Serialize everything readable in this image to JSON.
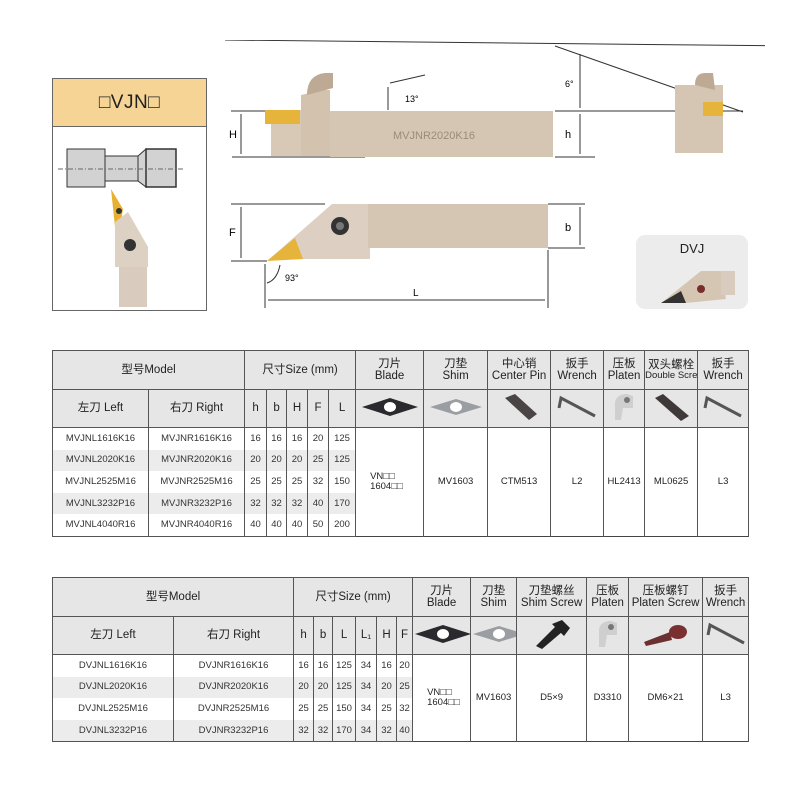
{
  "type_box": {
    "title": "□VJN□"
  },
  "diagram": {
    "labels": {
      "H": "H",
      "h": "h",
      "F": "F",
      "b": "b",
      "L": "L",
      "angle_13": "13°",
      "angle_6": "6°",
      "angle_93": "93°"
    },
    "holder_marking": "MVJNR2020K16",
    "dvj_label": "DVJ"
  },
  "table1": {
    "model_header": "型号Model",
    "size_header": "尺寸Size (mm)",
    "left_header": "左刀 Left",
    "right_header": "右刀 Right",
    "dim_headers": [
      "h",
      "b",
      "H",
      "F",
      "L"
    ],
    "part_headers": [
      {
        "cn": "刀片",
        "en": "Blade",
        "icon": "insert-icon"
      },
      {
        "cn": "刀垫",
        "en": "Shim",
        "icon": "shim-icon"
      },
      {
        "cn": "中心销",
        "en": "Center Pin",
        "icon": "center-pin-icon"
      },
      {
        "cn": "扳手",
        "en": "Wrench",
        "icon": "wrench-icon"
      },
      {
        "cn": "压板",
        "en": "Platen",
        "icon": "platen-icon"
      },
      {
        "cn": "双头螺栓",
        "en": "Double Screw",
        "icon": "double-screw-icon"
      },
      {
        "cn": "扳手",
        "en": "Wrench",
        "icon": "wrench-icon"
      }
    ],
    "rows": [
      {
        "left": "MVJNL1616K16",
        "right": "MVJNR1616K16",
        "dims": [
          "16",
          "16",
          "16",
          "20",
          "125"
        ]
      },
      {
        "left": "MVJNL2020K16",
        "right": "MVJNR2020K16",
        "dims": [
          "20",
          "20",
          "20",
          "25",
          "125"
        ]
      },
      {
        "left": "MVJNL2525M16",
        "right": "MVJNR2525M16",
        "dims": [
          "25",
          "25",
          "25",
          "32",
          "150"
        ]
      },
      {
        "left": "MVJNL3232P16",
        "right": "MVJNR3232P16",
        "dims": [
          "32",
          "32",
          "32",
          "40",
          "170"
        ]
      },
      {
        "left": "MVJNL4040R16",
        "right": "MVJNR4040R16",
        "dims": [
          "40",
          "40",
          "40",
          "50",
          "200"
        ]
      }
    ],
    "parts": {
      "blade_1": "VN□□",
      "blade_2": "1604□□",
      "shim": "MV1603",
      "center_pin": "CTM513",
      "wrench": "L2",
      "platen": "HL2413",
      "double_screw": "ML0625",
      "wrench2": "L3"
    }
  },
  "table2": {
    "model_header": "型号Model",
    "size_header": "尺寸Size (mm)",
    "left_header": "左刀 Left",
    "right_header": "右刀 Right",
    "dim_headers": [
      "h",
      "b",
      "L",
      "L₁",
      "H",
      "F"
    ],
    "part_headers": [
      {
        "cn": "刀片",
        "en": "Blade",
        "icon": "insert-icon"
      },
      {
        "cn": "刀垫",
        "en": "Shim",
        "icon": "shim-icon"
      },
      {
        "cn": "刀垫螺丝",
        "en": "Shim Screw",
        "icon": "shim-screw-icon"
      },
      {
        "cn": "压板",
        "en": "Platen",
        "icon": "platen-icon"
      },
      {
        "cn": "压板螺钉",
        "en": "Platen Screw",
        "icon": "platen-screw-icon"
      },
      {
        "cn": "扳手",
        "en": "Wrench",
        "icon": "wrench-icon"
      }
    ],
    "rows": [
      {
        "left": "DVJNL1616K16",
        "right": "DVJNR1616K16",
        "dims": [
          "16",
          "16",
          "125",
          "34",
          "16",
          "20"
        ]
      },
      {
        "left": "DVJNL2020K16",
        "right": "DVJNR2020K16",
        "dims": [
          "20",
          "20",
          "125",
          "34",
          "20",
          "25"
        ]
      },
      {
        "left": "DVJNL2525M16",
        "right": "DVJNR2525M16",
        "dims": [
          "25",
          "25",
          "150",
          "34",
          "25",
          "32"
        ]
      },
      {
        "left": "DVJNL3232P16",
        "right": "DVJNR3232P16",
        "dims": [
          "32",
          "32",
          "170",
          "34",
          "32",
          "40"
        ]
      }
    ],
    "parts": {
      "blade_1": "VN□□",
      "blade_2": "1604□□",
      "shim": "MV1603",
      "shim_screw": "D5×9",
      "platen": "D3310",
      "platen_screw": "DM6×21",
      "wrench": "L3"
    }
  }
}
